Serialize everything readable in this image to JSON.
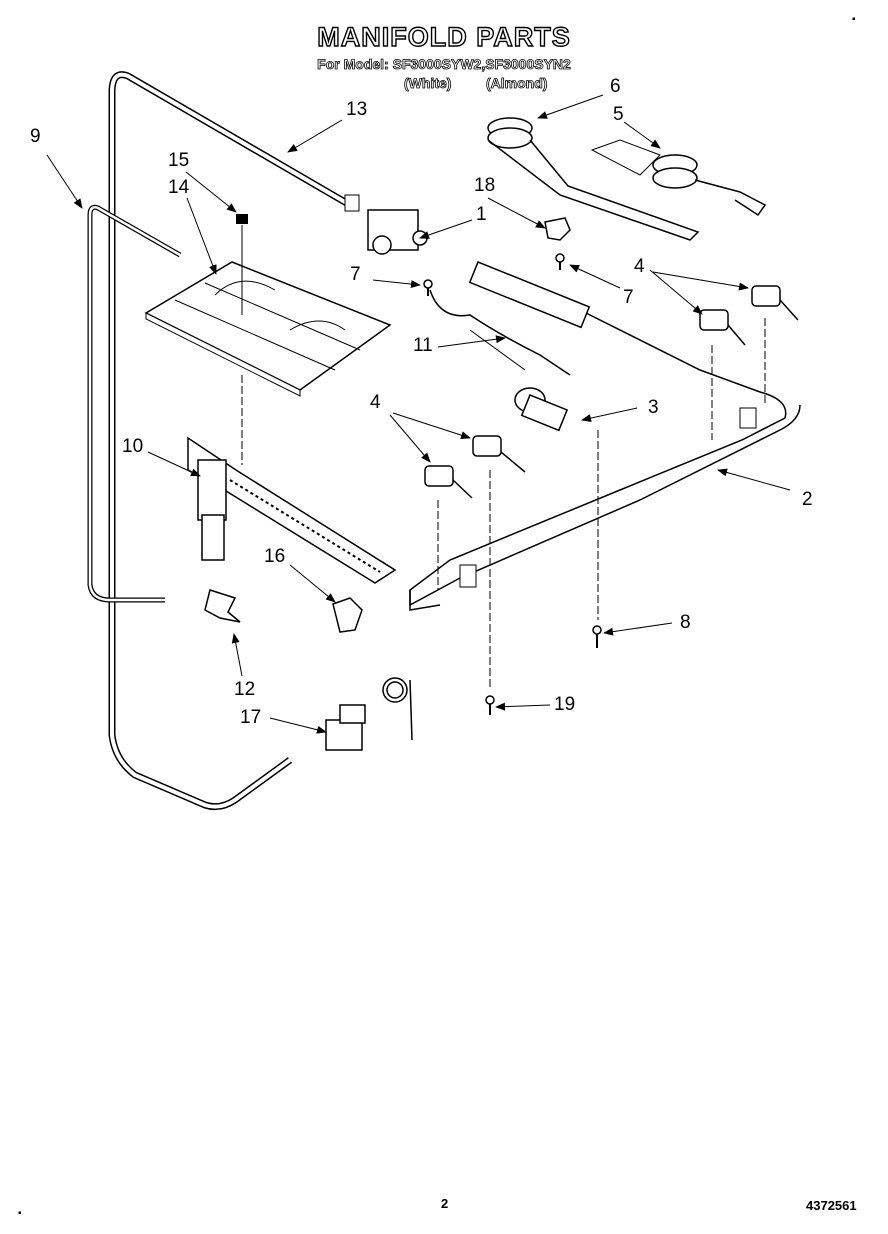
{
  "header": {
    "title": "MANIFOLD PARTS",
    "model_line": "For Model: SF3000SYW2,SF3000SYN2",
    "variant_white": "(White)",
    "variant_almond": "(Almond)"
  },
  "callouts": [
    "1",
    "2",
    "3",
    "4",
    "4",
    "5",
    "6",
    "7",
    "7",
    "8",
    "9",
    "10",
    "11",
    "12",
    "13",
    "14",
    "15",
    "16",
    "17",
    "18",
    "19"
  ],
  "footer": {
    "page_number": "2",
    "document_number": "4372561"
  },
  "corner_marks": [
    "▪",
    "▪"
  ]
}
